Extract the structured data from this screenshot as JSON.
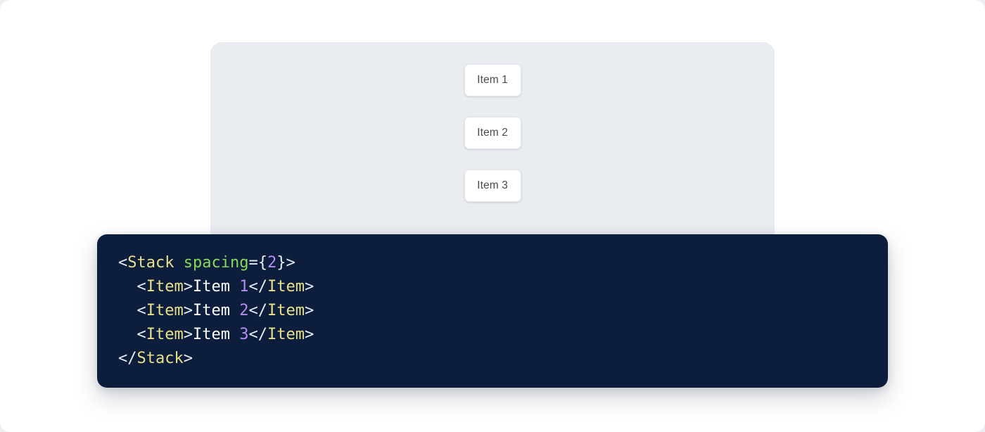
{
  "preview": {
    "panel_name": "stack-preview-surface",
    "background_color": "#e9ecf1",
    "items": [
      {
        "label": "Item 1"
      },
      {
        "label": "Item 2"
      },
      {
        "label": "Item 3"
      }
    ]
  },
  "code_panel": {
    "background_color": "#0c1e3c",
    "language": "jsx",
    "lines": [
      {
        "id": "line-1",
        "tokens": [
          {
            "type": "punct",
            "text": "<"
          },
          {
            "type": "tag",
            "text": "Stack"
          },
          {
            "type": "text",
            "text": " "
          },
          {
            "type": "attr",
            "text": "spacing"
          },
          {
            "type": "eq",
            "text": "="
          },
          {
            "type": "brace",
            "text": "{"
          },
          {
            "type": "num",
            "text": "2"
          },
          {
            "type": "brace",
            "text": "}"
          },
          {
            "type": "punct",
            "text": ">"
          }
        ]
      },
      {
        "id": "line-2",
        "tokens": [
          {
            "type": "text",
            "text": "  "
          },
          {
            "type": "punct",
            "text": "<"
          },
          {
            "type": "tag",
            "text": "Item"
          },
          {
            "type": "punct",
            "text": ">"
          },
          {
            "type": "text",
            "text": "Item "
          },
          {
            "type": "num",
            "text": "1"
          },
          {
            "type": "punct",
            "text": "</"
          },
          {
            "type": "tag",
            "text": "Item"
          },
          {
            "type": "punct",
            "text": ">"
          }
        ]
      },
      {
        "id": "line-3",
        "tokens": [
          {
            "type": "text",
            "text": "  "
          },
          {
            "type": "punct",
            "text": "<"
          },
          {
            "type": "tag",
            "text": "Item"
          },
          {
            "type": "punct",
            "text": ">"
          },
          {
            "type": "text",
            "text": "Item "
          },
          {
            "type": "num",
            "text": "2"
          },
          {
            "type": "punct",
            "text": "</"
          },
          {
            "type": "tag",
            "text": "Item"
          },
          {
            "type": "punct",
            "text": ">"
          }
        ]
      },
      {
        "id": "line-4",
        "tokens": [
          {
            "type": "text",
            "text": "  "
          },
          {
            "type": "punct",
            "text": "<"
          },
          {
            "type": "tag",
            "text": "Item"
          },
          {
            "type": "punct",
            "text": ">"
          },
          {
            "type": "text",
            "text": "Item "
          },
          {
            "type": "num",
            "text": "3"
          },
          {
            "type": "punct",
            "text": "</"
          },
          {
            "type": "tag",
            "text": "Item"
          },
          {
            "type": "punct",
            "text": ">"
          }
        ]
      },
      {
        "id": "line-5",
        "tokens": [
          {
            "type": "punct",
            "text": "</"
          },
          {
            "type": "tag",
            "text": "Stack"
          },
          {
            "type": "punct",
            "text": ">"
          }
        ]
      }
    ]
  }
}
